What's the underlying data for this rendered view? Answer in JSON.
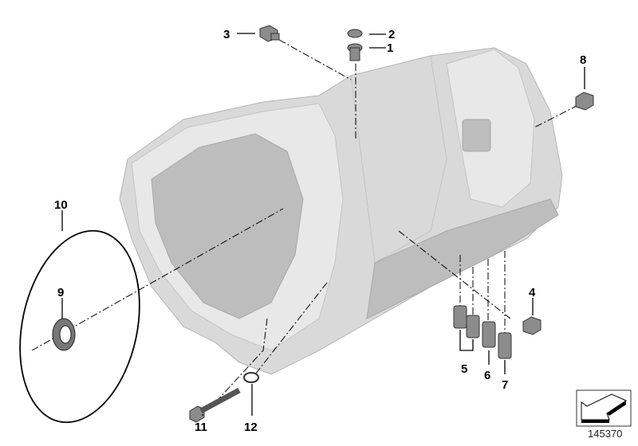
{
  "diagram": {
    "callouts": {
      "c1": "1",
      "c2": "2",
      "c3": "3",
      "c4": "4",
      "c5": "5",
      "c6": "6",
      "c7": "7",
      "c8": "8",
      "c9": "9",
      "c10": "10",
      "c11": "11",
      "c12": "12"
    },
    "diagram_number": "145370",
    "icons": {
      "corner": "arrow-navigation-icon"
    },
    "colors": {
      "housing": "#d9d9d9",
      "parts": "#8c8c8c"
    }
  }
}
